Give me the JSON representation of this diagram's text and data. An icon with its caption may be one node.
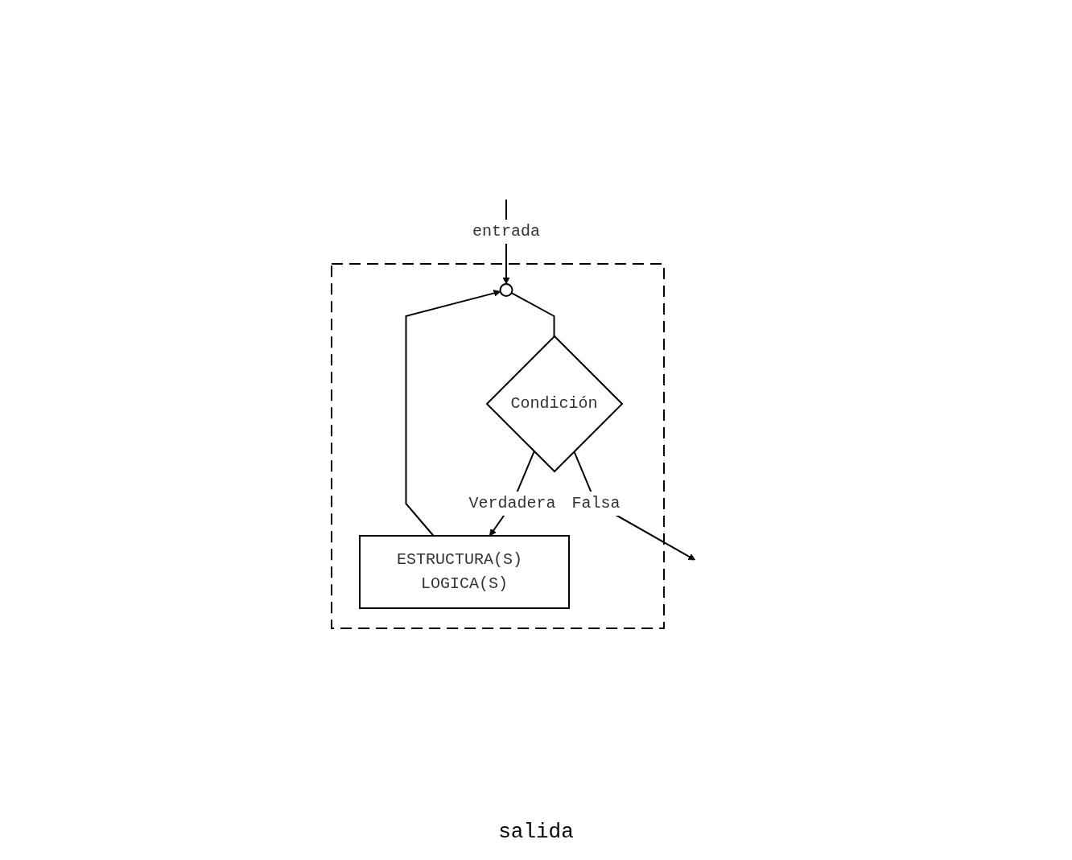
{
  "diagram": {
    "nodes": [
      {
        "text": [],
        "shape": "box"
      },
      {
        "text": [],
        "shape": "circle",
        "in": 0
      },
      {
        "text": [
          "Condición"
        ],
        "in": 0
      },
      {
        "text": [
          "ESTRUCTURA(S) LOGICA(S)"
        ],
        "in": 0
      }
    ],
    "edges": [
      {
        "from": null,
        "to": 1,
        "arrow": "to",
        "label": "entrada"
      },
      {
        "from": 1,
        "to": 2,
        "arrow": "none"
      },
      {
        "from": 2,
        "to": 3,
        "arrow": "to",
        "label": "Verdadera"
      },
      {
        "from": 3,
        "to": 1,
        "arrow": "to"
      },
      {
        "from": 2,
        "to": null,
        "arrow": "to",
        "label": "Falsa"
      }
    ],
    "labels": [
      "salida"
    ]
  }
}
